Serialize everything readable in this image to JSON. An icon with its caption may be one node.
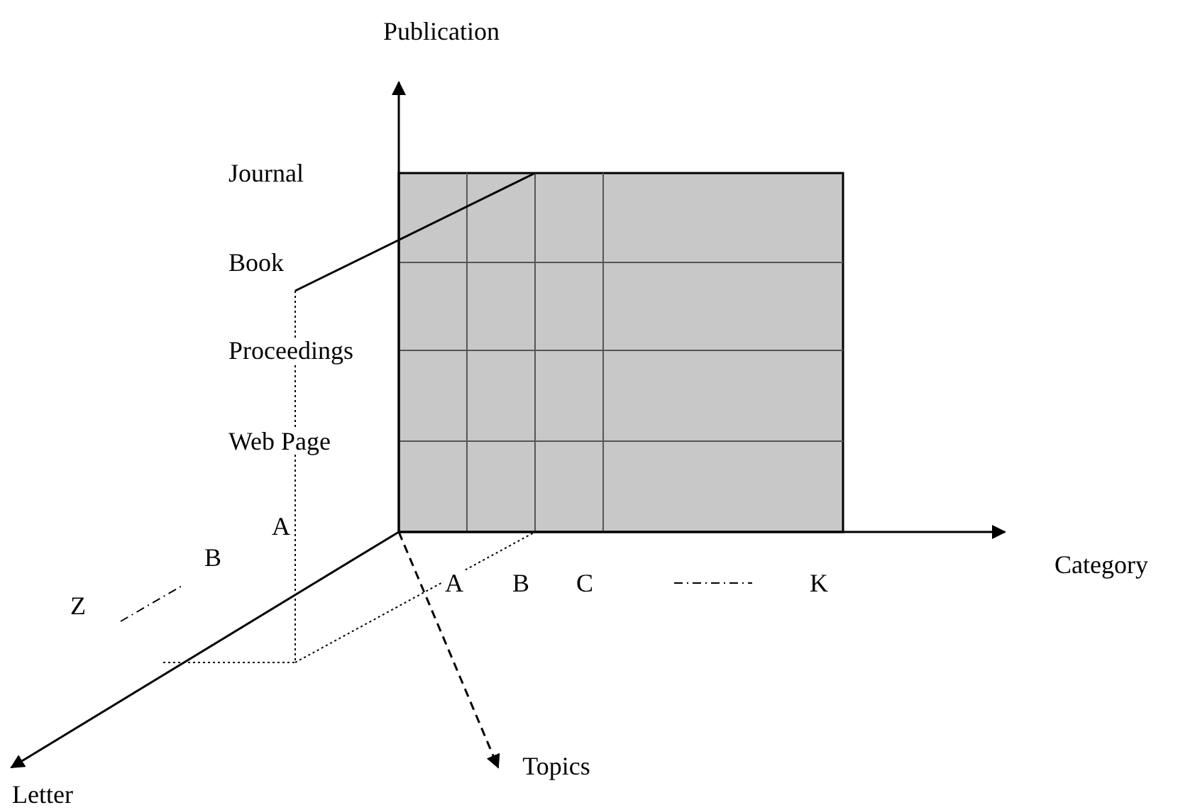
{
  "diagram": {
    "labels": [
      "Publication",
      "Journal",
      "Book",
      "Proceedings",
      "Web Page",
      "A",
      "Category",
      "B",
      "A",
      "B",
      "C",
      "K",
      "Z",
      "Letter",
      "Topics"
    ]
  }
}
